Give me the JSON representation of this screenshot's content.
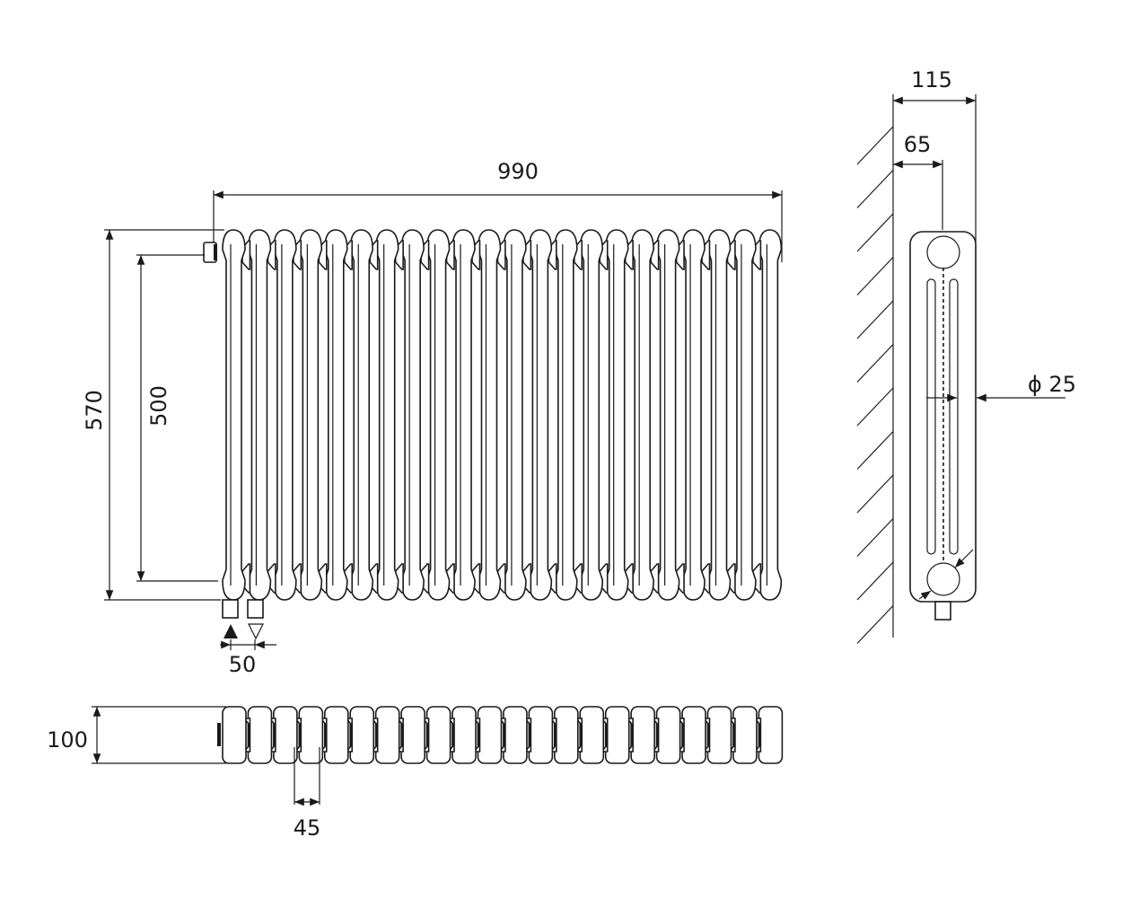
{
  "drawing": {
    "front_view": {
      "column_count": 22
    },
    "top_view": {
      "column_count": 22
    },
    "dimensions": {
      "width": "990",
      "height": "570",
      "centres": "500",
      "pipe_spacing": "50",
      "depth": "100",
      "column_pitch": "45",
      "side_depth": "115",
      "wall_to_centre": "65",
      "pipe_diameter": "ϕ 25"
    },
    "colors": {
      "line": "#1a1a1a",
      "background": "#ffffff"
    }
  }
}
